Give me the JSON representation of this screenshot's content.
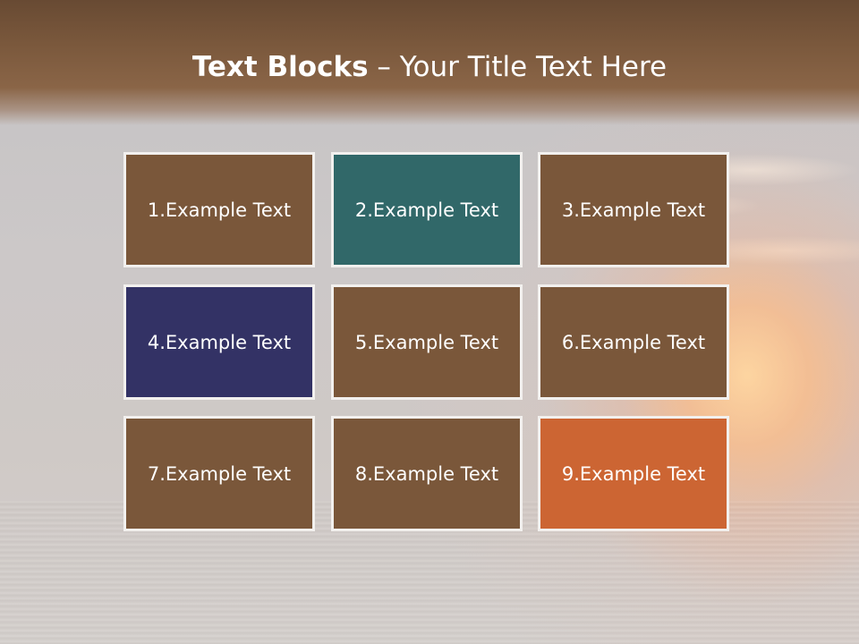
{
  "slide": {
    "title_bold": "Text Blocks",
    "title_dash": " – ",
    "title_rest": "Your Title Text Here"
  },
  "blocks": [
    {
      "label": "1.Example Text",
      "color": "#7a573a"
    },
    {
      "label": "2.Example Text",
      "color": "#316869"
    },
    {
      "label": "3.Example Text",
      "color": "#7a573a"
    },
    {
      "label": "4.Example Text",
      "color": "#333265"
    },
    {
      "label": "5.Example Text",
      "color": "#7a573a"
    },
    {
      "label": "6.Example Text",
      "color": "#7a573a"
    },
    {
      "label": "7.Example Text",
      "color": "#7a573a"
    },
    {
      "label": "8.Example Text",
      "color": "#7a573a"
    },
    {
      "label": "9.Example Text",
      "color": "#cc6533"
    }
  ]
}
